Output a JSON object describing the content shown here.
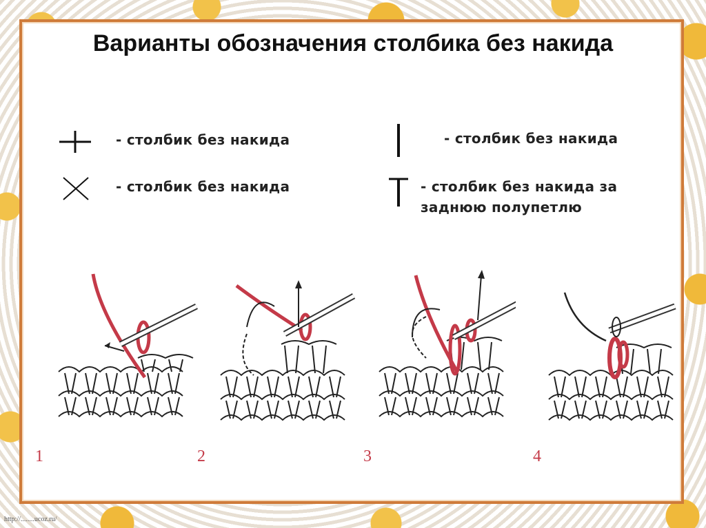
{
  "title": "Варианты обозначения столбика без накида",
  "legend": [
    {
      "symbol": "plus-icon",
      "text": "- столбик без накида"
    },
    {
      "symbol": "cross-icon",
      "text": "- столбик без накида"
    },
    {
      "symbol": "vertical-line-icon",
      "text": "- столбик без накида"
    },
    {
      "symbol": "t-symbol-icon",
      "line1": "- столбик без накида за",
      "line2": "заднюю полупетлю"
    }
  ],
  "steps": [
    "1",
    "2",
    "3",
    "4"
  ],
  "credit": "http://........ucoz.ru/",
  "colors": {
    "frame": "#cf7b3a",
    "yarn": "#c43a48",
    "stitch_outline": "#222222"
  }
}
